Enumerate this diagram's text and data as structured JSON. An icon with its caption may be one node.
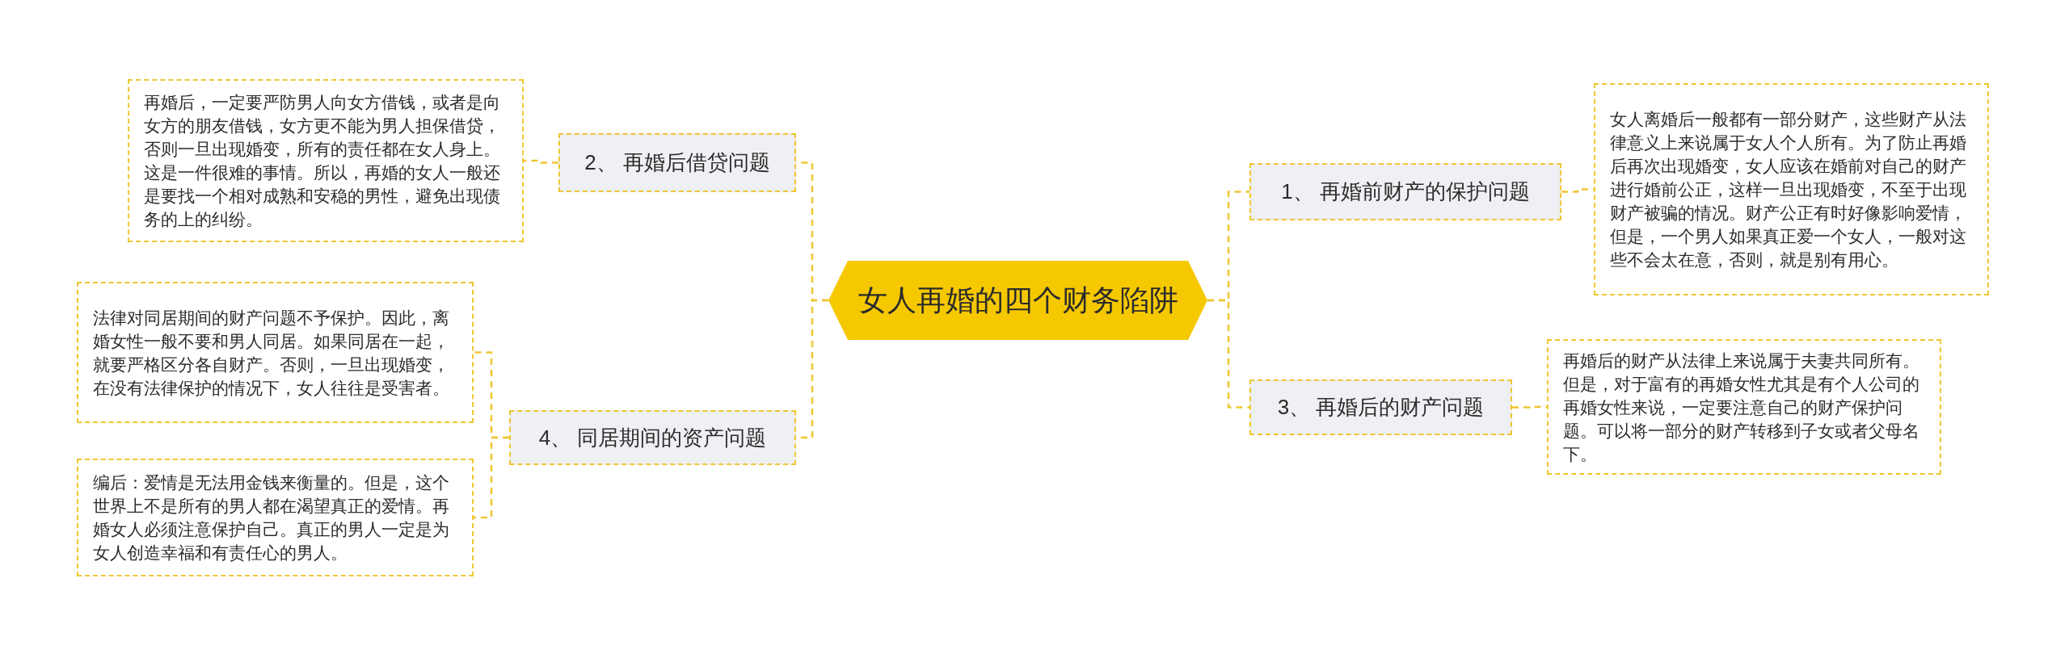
{
  "diagram": {
    "nodes": [
      {
        "text": [
          "女人再婚的四个财务陷阱"
        ]
      },
      {
        "text": [
          "2、 再婚后借贷问题"
        ]
      },
      {
        "text": [
          "再婚后，一定要严防男人向女方借钱，或者是向女方的朋友借钱，女方更不能为男人担保借贷，否则一旦出现婚变，所有的责任都在女人身上。这是一件很难的事情。所以，再婚的女人一般还是要找一个相对成熟和安稳的男性，避免出现债务的上的纠纷。"
        ]
      },
      {
        "text": [
          "4、 同居期间的资产问题"
        ]
      },
      {
        "text": [
          "法律对同居期间的财产问题不予保护。因此，离婚女性一般不要和男人同居。如果同居在一起，就要严格区分各自财产。否则，一旦出现婚变，在没有法律保护的情况下，女人往往是受害者。"
        ]
      },
      {
        "text": [
          "编后：爱情是无法用金钱来衡量的。但是，这个世界上不是所有的男人都在渴望真正的爱情。再婚女人必须注意保护自己。真正的男人一定是为女人创造幸福和有责任心的男人。"
        ]
      },
      {
        "text": [
          "1、 再婚前财产的保护问题"
        ]
      },
      {
        "text": [
          "女人离婚后一般都有一部分财产，这些财产从法律意义上来说属于女人个人所有。为了防止再婚后再次出现婚变，女人应该在婚前对自己的财产进行婚前公正，这样一旦出现婚变，不至于出现财产被骗的情况。财产公正有时好像影响爱情，但是，一个男人如果真正爱一个女人，一般对这些不会太在意，否则，就是别有用心。"
        ]
      },
      {
        "text": [
          "3、 再婚后的财产问题"
        ]
      },
      {
        "text": [
          "再婚后的财产从法律上来说属于夫妻共同所有。但是，对于富有的再婚女性尤其是有个人公司的再婚女性来说，一定要注意自己的财产保护问题。可以将一部分的财产转移到子女或者父母名下。"
        ]
      }
    ],
    "edges": [
      {
        "from": 0,
        "to": 1,
        "arrow": "none"
      },
      {
        "from": 1,
        "to": 2,
        "arrow": "none"
      },
      {
        "from": 0,
        "to": 3,
        "arrow": "none"
      },
      {
        "from": 3,
        "to": 4,
        "arrow": "none"
      },
      {
        "from": 3,
        "to": 5,
        "arrow": "none"
      },
      {
        "from": 0,
        "to": 6,
        "arrow": "none"
      },
      {
        "from": 6,
        "to": 7,
        "arrow": "none"
      },
      {
        "from": 0,
        "to": 8,
        "arrow": "none"
      },
      {
        "from": 8,
        "to": 9,
        "arrow": "none"
      }
    ]
  }
}
